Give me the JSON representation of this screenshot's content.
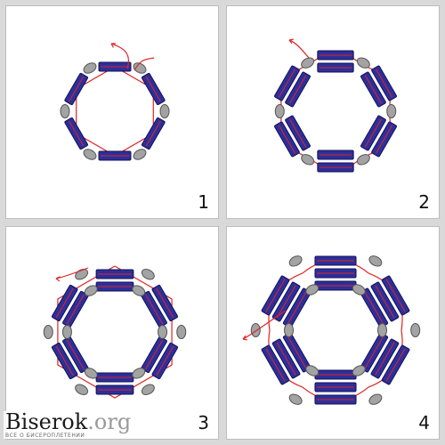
{
  "panels": [
    {
      "label": "1"
    },
    {
      "label": "2"
    },
    {
      "label": "3"
    },
    {
      "label": "4"
    }
  ],
  "brand": {
    "name": "Biserok",
    "tld": ".org",
    "tagline": "ВСЕ О БИСЕРОПЛЕТЕНИИ"
  },
  "colors": {
    "tube_fill": "#2d2f9a",
    "tube_stroke": "#121257",
    "bead_fill": "#a3a3a3",
    "bead_stroke": "#555555",
    "thread": "#e02424",
    "panel_bg": "#ffffff",
    "gutter": "#d9d9d9"
  }
}
